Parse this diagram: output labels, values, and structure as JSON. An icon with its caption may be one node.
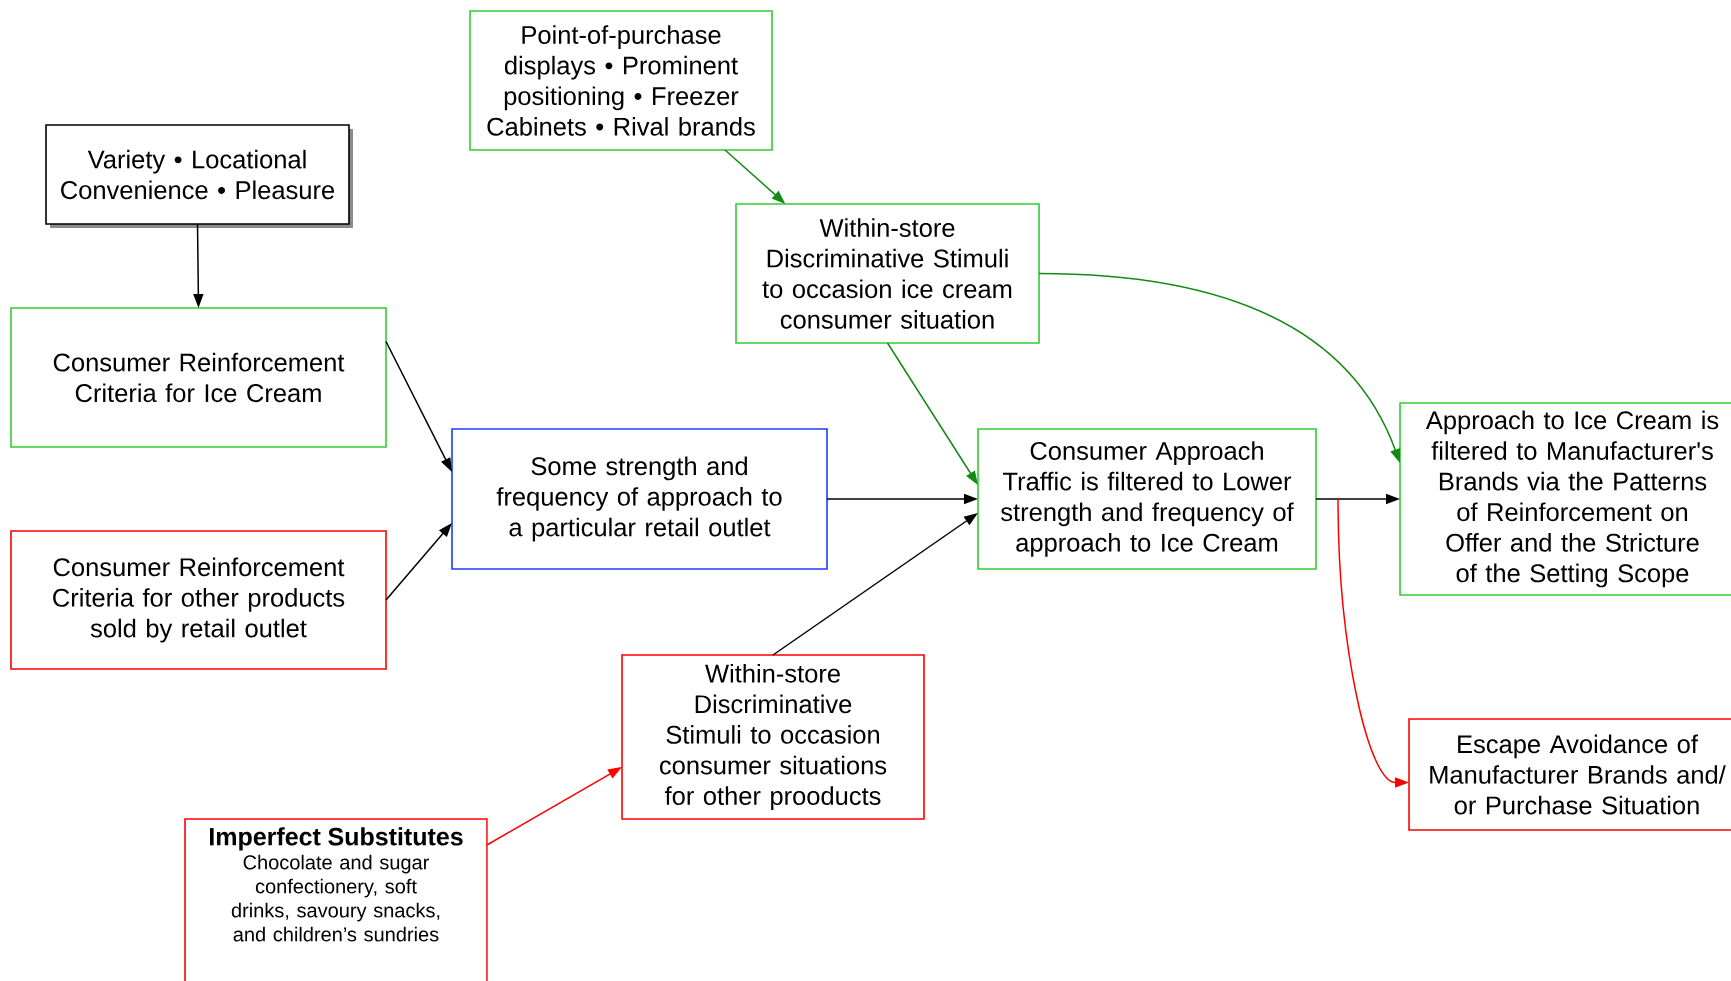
{
  "diagram": {
    "nodes": [
      {
        "text": [
          "Variety • Locational Convenience • Pleasure"
        ]
      },
      {
        "text": [
          "Point-of-purchase displays • Prominent positioning • Freezer Cabinets • Rival brands"
        ]
      },
      {
        "text": [
          "Within-store Discriminative Stimuli to occasion ice cream consumer situation"
        ]
      },
      {
        "text": [
          "Consumer Reinforcement Criteria for Ice Cream"
        ]
      },
      {
        "text": [
          "Some strength and frequency of approach to a particular retail outlet"
        ]
      },
      {
        "text": [
          "Consumer Reinforcement Criteria for other products sold by retail outlet"
        ]
      },
      {
        "text": [
          "Consumer Approach Traffic is filtered to Lower strength and frequency of approach to Ice Cream"
        ]
      },
      {
        "text": [
          "Approach to Ice Cream is filtered to Manufacturer's Brands via the Patterns of Reinforcement on Offer and the Stricture of the Setting Scope"
        ]
      },
      {
        "text": [
          "Within-store Discriminative Stimuli to occasion consumer situations for other prooducts"
        ]
      },
      {
        "text": [
          "Escape Avoidance of Manufacturer Brands and/ or Purchase Situation"
        ]
      },
      {
        "text": [
          "Imperfect Substitutes",
          "Chocolate and sugar confectionery, soft drinks, savoury snacks, and children’s sundries"
        ]
      }
    ],
    "edges": [
      {
        "from": 0,
        "to": 3,
        "arrow": "to"
      },
      {
        "from": 3,
        "to": 4,
        "arrow": "to"
      },
      {
        "from": 5,
        "to": 4,
        "arrow": "to"
      },
      {
        "from": 1,
        "to": 2,
        "arrow": "to",
        "color": "#138a13"
      },
      {
        "from": 4,
        "to": 6,
        "arrow": "to"
      },
      {
        "from": 2,
        "to": 6,
        "arrow": "to",
        "color": "#138a13"
      },
      {
        "from": 8,
        "to": 6,
        "arrow": "to"
      },
      {
        "from": 2,
        "to": 7,
        "arrow": "to",
        "color": "#138a13"
      },
      {
        "from": 6,
        "to": 7,
        "arrow": "to"
      },
      {
        "from": 6,
        "to": 9,
        "arrow": "to",
        "color": "#ff0000"
      },
      {
        "from": 10,
        "to": 8,
        "arrow": "to",
        "color": "#ff0000"
      }
    ]
  }
}
